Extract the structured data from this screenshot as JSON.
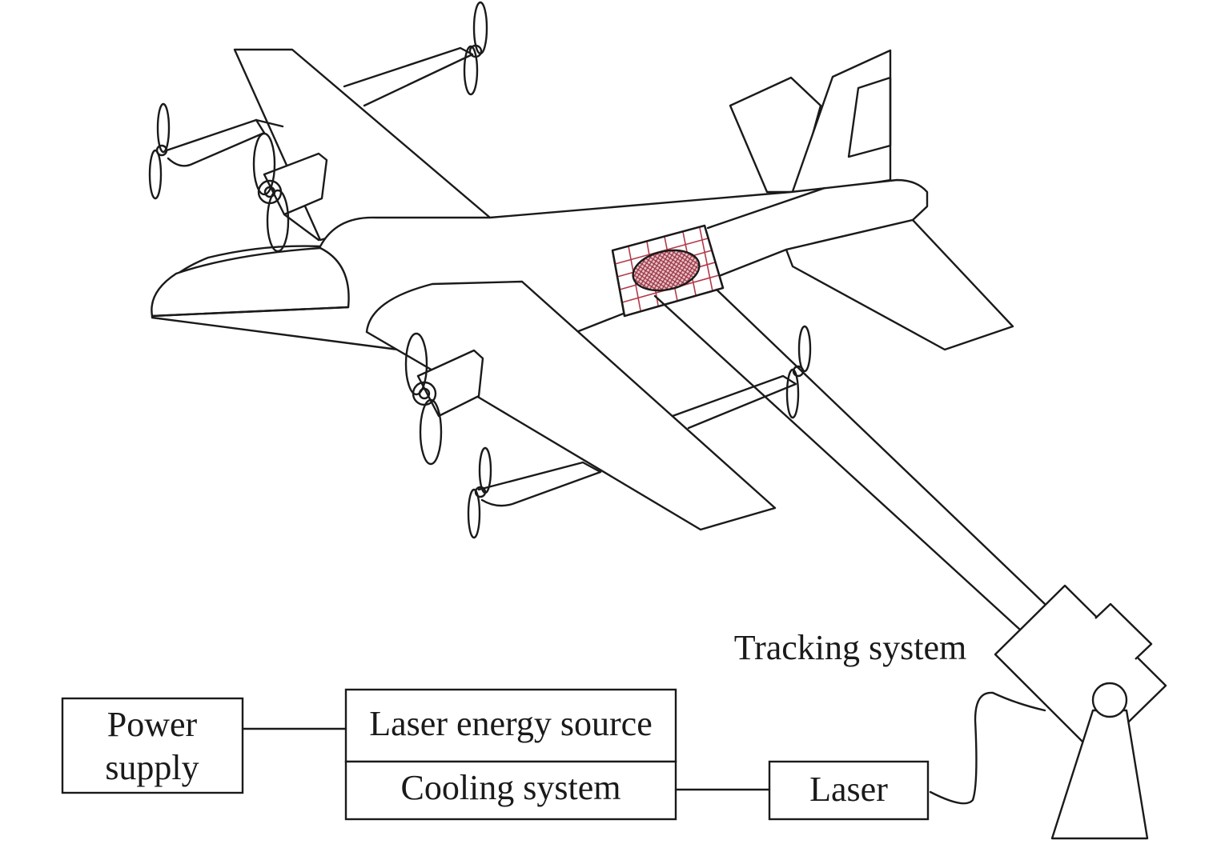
{
  "labels": {
    "tracking": "Tracking system",
    "power_line1": "Power",
    "power_line2": "supply",
    "laser_energy": "Laser energy source",
    "cooling": "Cooling system",
    "laser": "Laser"
  },
  "colors": {
    "stroke": "#1a1a1a",
    "receiver_grid": "#b23a48",
    "receiver_spot": "#9c3040"
  }
}
